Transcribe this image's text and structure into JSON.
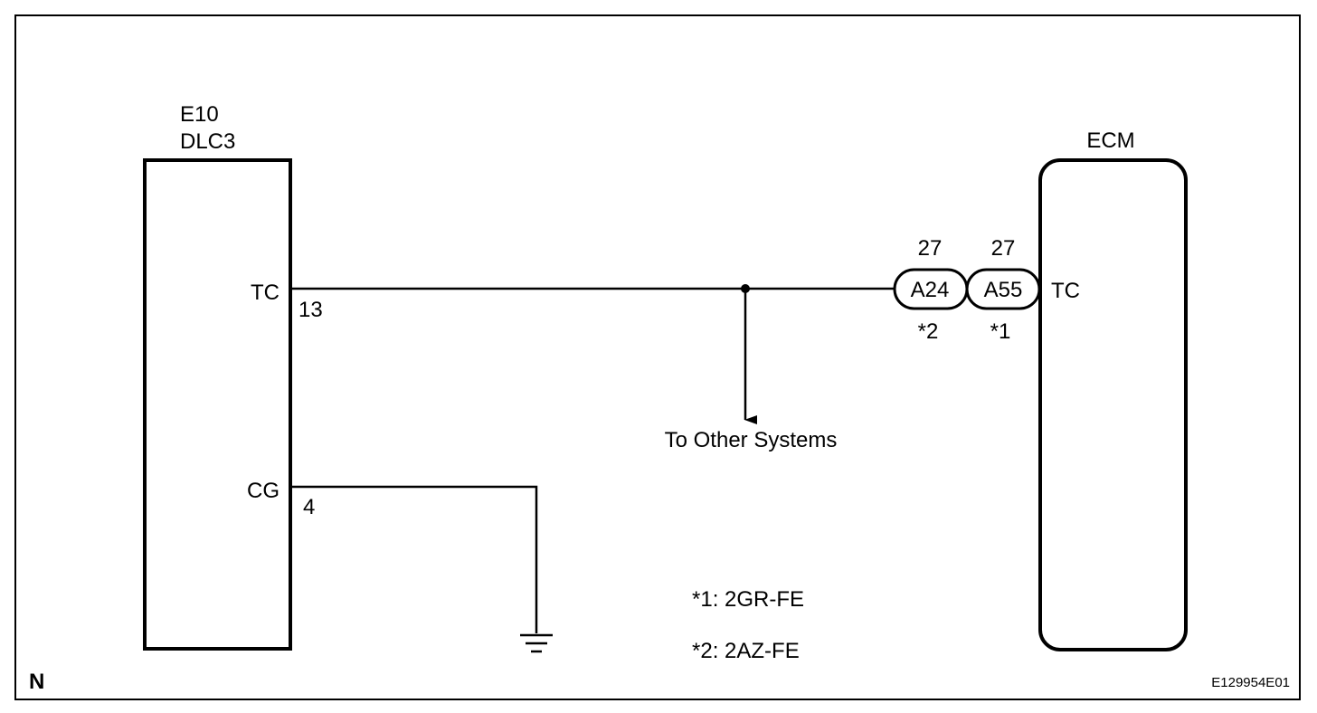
{
  "dlc": {
    "connector_id": "E10",
    "name": "DLC3"
  },
  "ecm": {
    "name": "ECM"
  },
  "pins": {
    "tc_name": "TC",
    "tc_number": "13",
    "cg_name": "CG",
    "cg_number": "4",
    "ecm_tc_name": "TC"
  },
  "connectors": [
    {
      "id": "A24",
      "pin": "27",
      "note": "*2"
    },
    {
      "id": "A55",
      "pin": "27",
      "note": "*1"
    }
  ],
  "branch_label": "To Other Systems",
  "notes": [
    "*1: 2GR-FE",
    "*2: 2AZ-FE"
  ],
  "corner_letter": "N",
  "figure_code": "E129954E01"
}
